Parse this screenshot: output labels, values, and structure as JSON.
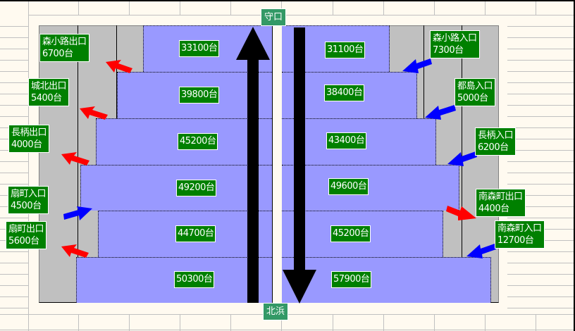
{
  "diagram": {
    "title": "Traffic volume by section",
    "endpoints": {
      "top": "守口",
      "bottom": "北浜"
    },
    "unit": "台",
    "colors": {
      "bar": "#9999ff",
      "label_bg": "#008000",
      "endpoint_bg": "#339966",
      "exit_arrow": "#ff0000",
      "entry_arrow": "#0000ff",
      "direction_arrow": "#000000",
      "plot_bg": "#c0c0c0",
      "sheet_bg": "#fffaf0"
    },
    "direction": {
      "left_lane": "up (toward 守口)",
      "right_lane": "down (toward 北浜)"
    },
    "sections": [
      {
        "left": "33100台",
        "right": "31100台"
      },
      {
        "left": "39800台",
        "right": "38400台"
      },
      {
        "left": "45200台",
        "right": "43400台"
      },
      {
        "left": "49200台",
        "right": "49600台"
      },
      {
        "left": "44700台",
        "right": "45200台"
      },
      {
        "left": "50300台",
        "right": "57900台"
      }
    ],
    "ramps_left": [
      {
        "name": "森小路出口",
        "count": "6700台",
        "type": "exit"
      },
      {
        "name": "城北出口",
        "count": "5400台",
        "type": "exit"
      },
      {
        "name": "長柄出口",
        "count": "4000台",
        "type": "exit"
      },
      {
        "name": "扇町入口",
        "count": "4500台",
        "type": "entry"
      },
      {
        "name": "扇町出口",
        "count": "5600台",
        "type": "exit"
      }
    ],
    "ramps_right": [
      {
        "name": "森小路入口",
        "count": "7300台",
        "type": "entry"
      },
      {
        "name": "都島入口",
        "count": "5000台",
        "type": "entry"
      },
      {
        "name": "長柄入口",
        "count": "6200台",
        "type": "entry"
      },
      {
        "name": "南森町出口",
        "count": "4400台",
        "type": "exit"
      },
      {
        "name": "南森町入口",
        "count": "12700台",
        "type": "entry"
      }
    ]
  }
}
